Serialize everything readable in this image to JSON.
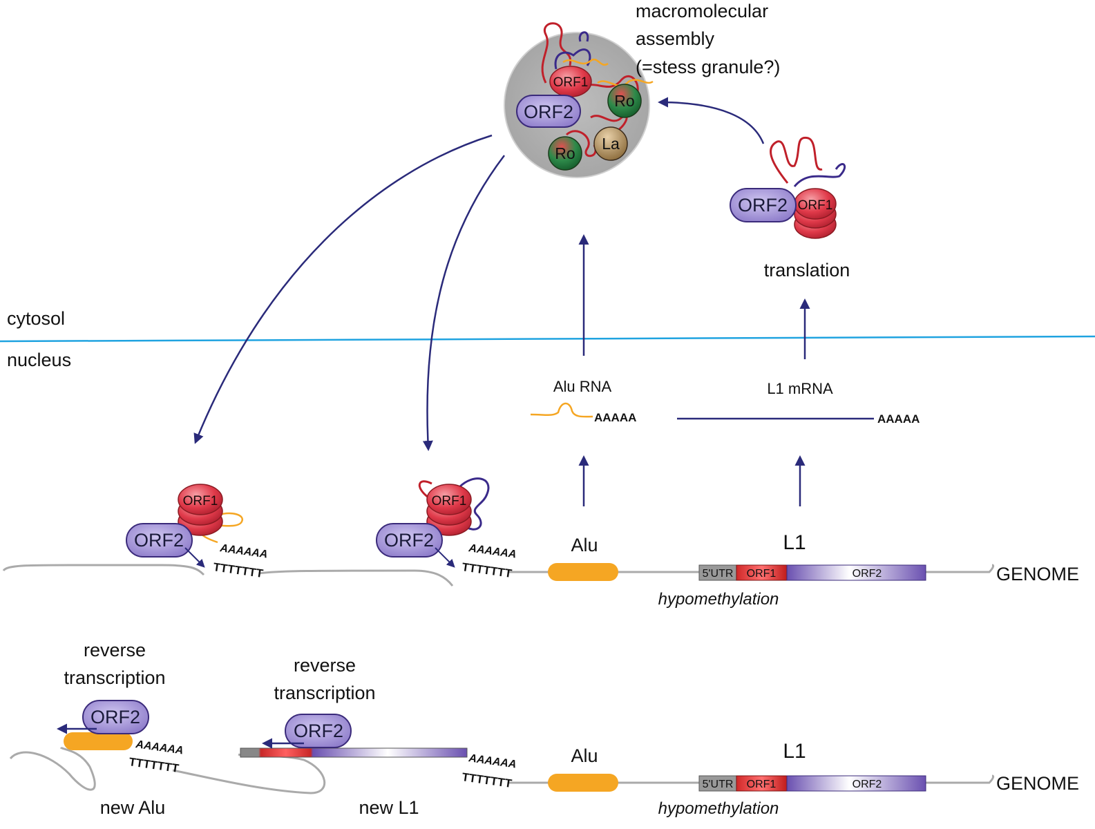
{
  "compartments": {
    "cytosol": "cytosol",
    "nucleus": "nucleus"
  },
  "assembly": {
    "line1": "macromolecular",
    "line2": "assembly",
    "line3": "(=stess granule?)",
    "orf1": "ORF1",
    "orf2": "ORF2",
    "ro_top": "Ro",
    "ro_bottom": "Ro",
    "la": "La"
  },
  "translation": {
    "label": "translation",
    "orf1": "ORF1",
    "orf2": "ORF2"
  },
  "transcripts": {
    "alu_rna": "Alu RNA",
    "alu_polya": "AAAAA",
    "l1_mrna": "L1 mRNA",
    "l1_polya": "AAAAA"
  },
  "genome_top": {
    "alu": "Alu",
    "l1": "L1",
    "utr": "5'UTR",
    "orf1": "ORF1",
    "orf2": "ORF2",
    "genome": "GENOME",
    "hypomethylation": "hypomethylation"
  },
  "genome_bottom": {
    "alu": "Alu",
    "l1": "L1",
    "utr": "5'UTR",
    "orf1": "ORF1",
    "orf2": "ORF2",
    "genome": "GENOME",
    "hypomethylation": "hypomethylation"
  },
  "target_alu": {
    "orf1": "ORF1",
    "orf2": "ORF2",
    "polyA": "AAAAAA",
    "polyT": "TTTTTTT"
  },
  "target_l1": {
    "orf1": "ORF1",
    "orf2": "ORF2",
    "polyA": "AAAAAA",
    "polyT": "TTTTTTT"
  },
  "rt_alu": {
    "line1": "reverse",
    "line2": "transcription",
    "orf2": "ORF2",
    "polyA": "AAAAAA",
    "polyT": "TTTTTTT",
    "label": "new Alu"
  },
  "rt_l1": {
    "line1": "reverse",
    "line2": "transcription",
    "orf2": "ORF2",
    "polyA": "AAAAAA",
    "polyT": "TTTTTTT",
    "label": "new L1"
  },
  "colors": {
    "arrow": "#2a2a7a",
    "membrane": "#1fa3e0",
    "orf1": "#e0404f",
    "orf2": "#9a8ad0",
    "alu": "#f5a623",
    "dna": "#aaaaaa"
  }
}
